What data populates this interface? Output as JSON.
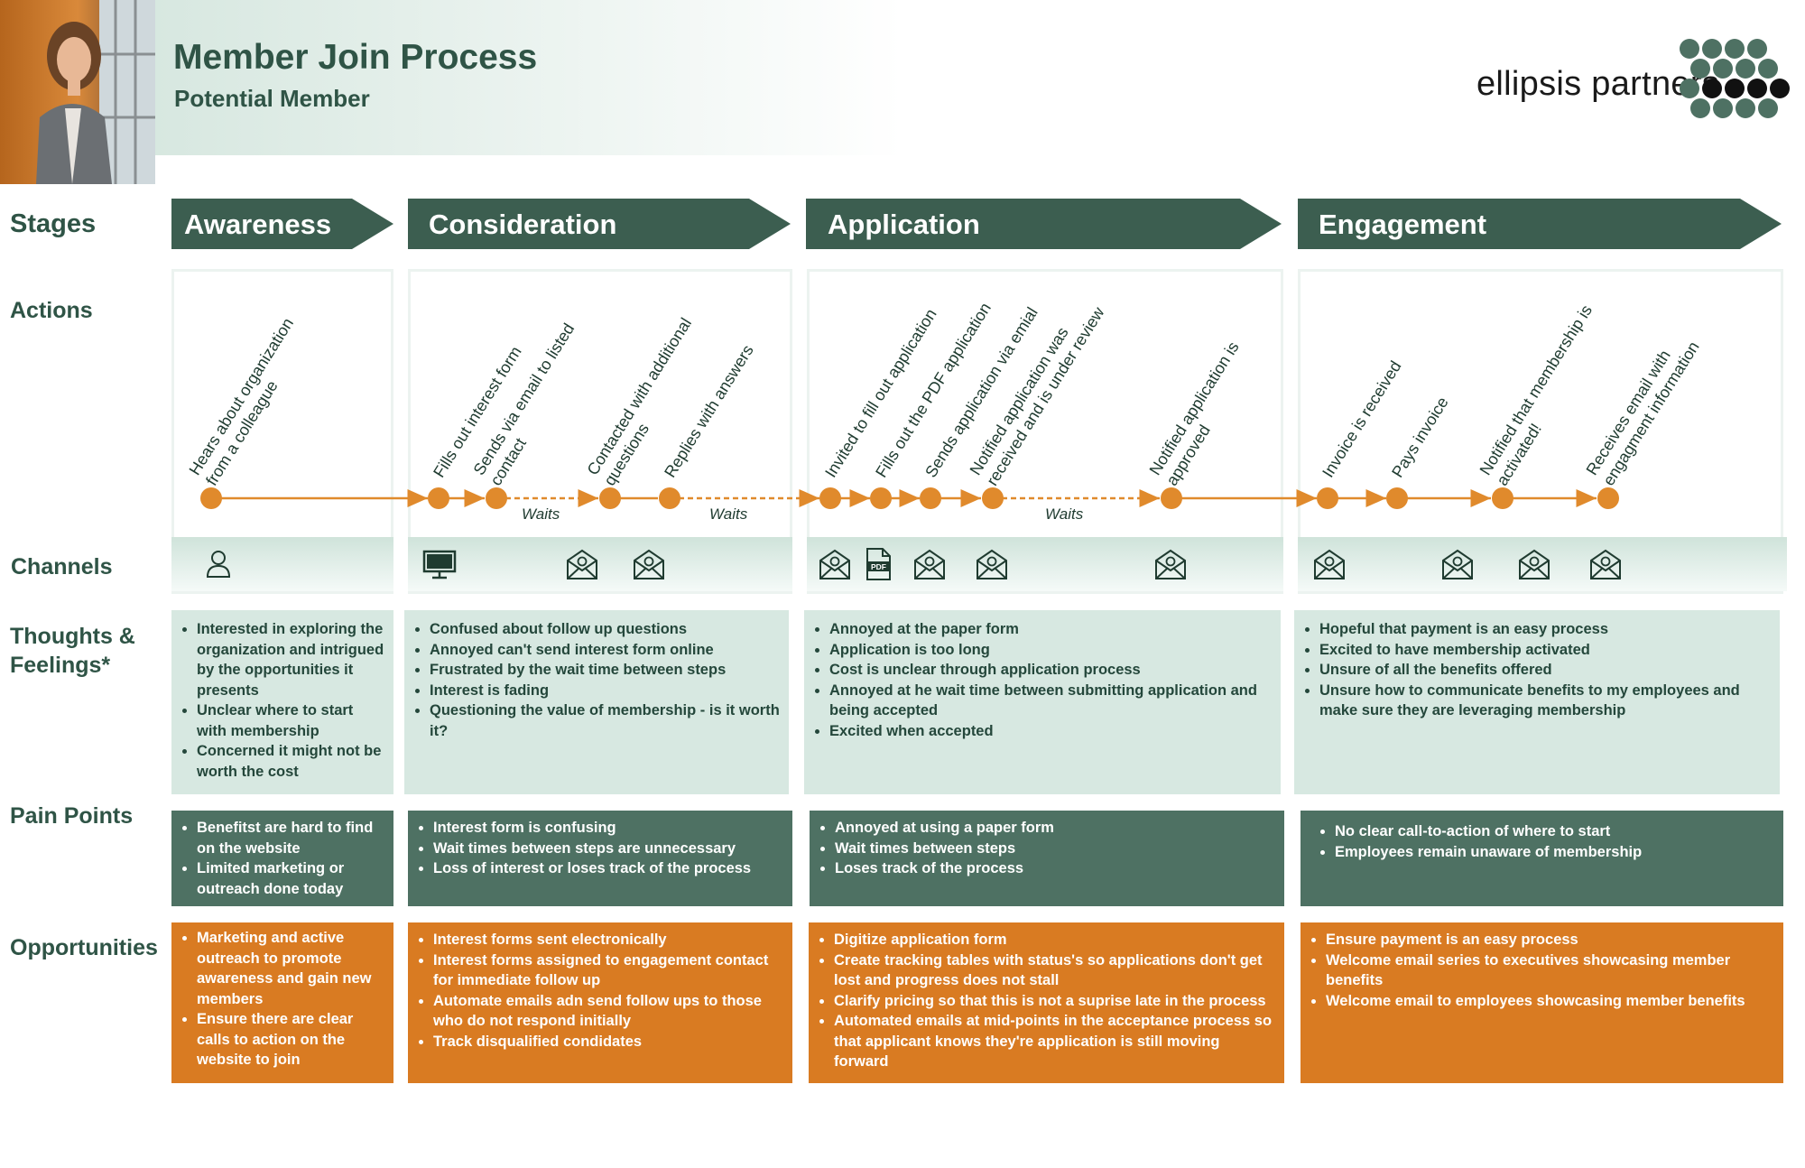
{
  "header": {
    "title": "Member Join Process",
    "subtitle": "Potential Member",
    "logo_text": "ellipsis partners"
  },
  "row_labels": {
    "stages": "Stages",
    "actions": "Actions",
    "channels": "Channels",
    "thoughts": "Thoughts &\nFeelings*",
    "pain_points": "Pain Points",
    "opportunities": "Opportunities"
  },
  "stages": [
    {
      "name": "Awareness",
      "actions": [
        "Hears about organization\nfrom a colleague"
      ],
      "waits": [],
      "channels": [
        "person-icon"
      ],
      "thoughts": [
        "Interested in exploring the organization and intrigued by the opportunities it presents",
        "Unclear where to start with membership",
        "Concerned it might not be worth the cost"
      ],
      "pain_points": [
        "Benefitst are hard to find on the website",
        "Limited marketing or outreach done today"
      ],
      "opportunities": [
        "Marketing and active outreach to promote awareness and gain new members",
        "Ensure there are clear calls to action on the website to join"
      ]
    },
    {
      "name": "Consideration",
      "actions": [
        "Fills out interest form",
        "Sends via email to listed\ncontact",
        "Contacted with additional\nquestions",
        "Replies with answers"
      ],
      "waits": [
        "Waits",
        "Waits"
      ],
      "channels": [
        "computer-monitor-icon",
        "email-envelope-icon",
        "email-envelope-icon"
      ],
      "thoughts": [
        "Confused about follow up questions",
        "Annoyed can't send interest form online",
        "Frustrated by the wait time between steps",
        "Interest is fading",
        "Questioning the value of membership - is it worth it?"
      ],
      "pain_points": [
        "Interest form is confusing",
        "Wait times between steps are unnecessary",
        "Loss of interest or loses track of the process"
      ],
      "opportunities": [
        "Interest forms sent electronically",
        "Interest forms assigned to engagement contact for immediate follow up",
        "Automate emails adn send follow ups to those who do not respond initially",
        "Track disqualified condidates"
      ]
    },
    {
      "name": "Application",
      "actions": [
        "Invited to fill out application",
        "Fills out the PDF application",
        "Sends application via emial",
        "Notified application was\nreceived and is under review",
        "Notified application is\napproved"
      ],
      "waits": [
        "Waits"
      ],
      "channels": [
        "email-envelope-icon",
        "pdf-document-icon",
        "email-envelope-icon",
        "email-envelope-icon",
        "email-envelope-icon"
      ],
      "thoughts": [
        "Annoyed at the paper form",
        "Application is too long",
        "Cost is unclear through application process",
        "Annoyed at he wait time between submitting application and being accepted",
        "Excited when accepted"
      ],
      "pain_points": [
        "Annoyed at using a paper form",
        "Wait times between steps",
        "Loses track of the process"
      ],
      "opportunities": [
        "Digitize application form",
        "Create tracking tables with status's so applications don't get lost and progress does not stall",
        "Clarify pricing so that this is not a suprise late in the process",
        "Automated emails at mid-points in the acceptance process so that applicant knows they're application is still moving forward"
      ]
    },
    {
      "name": "Engagement",
      "actions": [
        "Invoice is received",
        "Pays invoice",
        "Notified that membership is\nactivated!",
        "Receives email with\nengagment information"
      ],
      "waits": [],
      "channels": [
        "email-envelope-icon",
        "email-envelope-icon",
        "email-envelope-icon",
        "email-envelope-icon"
      ],
      "thoughts": [
        "Hopeful that payment is an easy process",
        "Excited to have membership activated",
        "Unsure of all the benefits offered",
        "Unsure how to communicate benefits to my employees and make sure they are leveraging membership"
      ],
      "pain_points": [
        "No clear call-to-action of where to start",
        "Employees remain unaware of membership"
      ],
      "opportunities": [
        "Ensure payment is an easy process",
        "Welcome email series to executives showcasing member benefits",
        "Welcome email to employees showcasing member benefits"
      ]
    }
  ],
  "colors": {
    "stage_green": "#3c5e50",
    "pain_green": "#4e7163",
    "thought_mint": "#d7e8e1",
    "opportunity_orange": "#d97b22",
    "timeline_orange": "#e08a2c"
  }
}
